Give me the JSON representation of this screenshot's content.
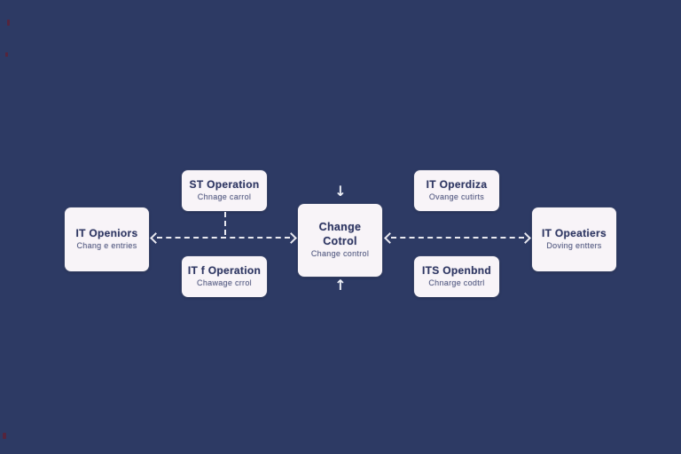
{
  "diagram": {
    "background_color": "#2d3a64",
    "node_background_color": "#f8f4f8",
    "node_text_color": "#2f3763",
    "arrow_color": "#e9e9f0",
    "noise_mark_color": "#5f2133"
  },
  "nodes": [
    {
      "id": "left",
      "title": "IT Openiors",
      "subtitle": "Chang e entries"
    },
    {
      "id": "top-left",
      "title": "ST Operation",
      "subtitle": "Chnage carrol"
    },
    {
      "id": "bottom-left",
      "title": "IT f Operation",
      "subtitle": "Chawage crrol"
    },
    {
      "id": "center",
      "title": "Change Cotrol",
      "subtitle": "Change control"
    },
    {
      "id": "top-right",
      "title": "IT Operdiza",
      "subtitle": "Ovange cutirts"
    },
    {
      "id": "bottom-right",
      "title": "ITS Openbnd",
      "subtitle": "Chnarge codtrl"
    },
    {
      "id": "right",
      "title": "IT Opeatiers",
      "subtitle": "Doving entters"
    }
  ],
  "connectors": [
    {
      "from": "left",
      "to": "center",
      "style": "dashed",
      "heads": "both"
    },
    {
      "from": "center",
      "to": "right",
      "style": "dashed",
      "heads": "both"
    },
    {
      "from": "top-left",
      "to": "left-center-arrow",
      "style": "dashed",
      "heads": "none"
    },
    {
      "from": "above-center",
      "to": "center",
      "style": "solid",
      "heads": "down"
    },
    {
      "from": "below-center",
      "to": "center",
      "style": "solid",
      "heads": "up"
    }
  ],
  "icons": {
    "arrow_down": "↓",
    "arrow_up": "↑"
  }
}
